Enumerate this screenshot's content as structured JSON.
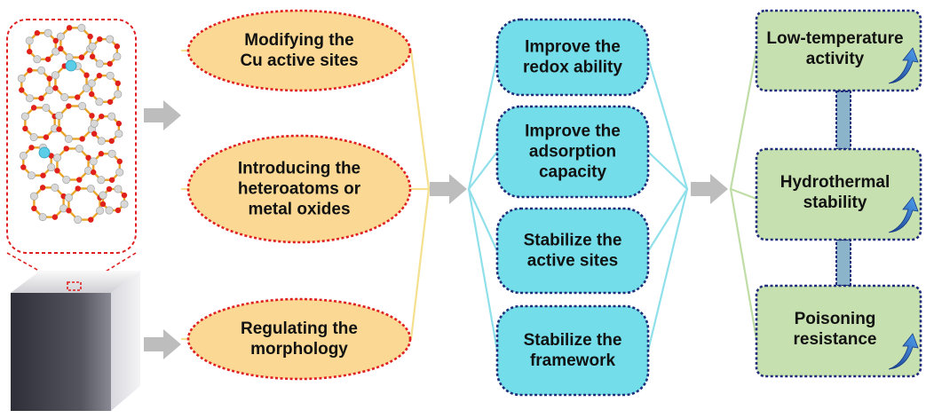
{
  "colors": {
    "ellipse_fill": "#FBD995",
    "ellipse_border": "#E02020",
    "box_fill": "#73DDE9",
    "box_border": "#1F2C7A",
    "result_fill": "#C7E0B0",
    "result_border": "#1F2C7A",
    "connector_yellow": "#F4E08E",
    "connector_cyan": "#8FE0EA",
    "connector_green": "#BFDDA5",
    "arrow_gray": "#BDBDBD",
    "up_arrow": "#2B67C7",
    "atom_red": "#E0201A",
    "atom_gray": "#D8D8D8",
    "atom_cyan": "#5CCDE6",
    "bond_orange": "#E8A52A",
    "cube_dark": "#3E3E48"
  },
  "strategies": [
    {
      "lines": [
        "Modifying the",
        "Cu active sites"
      ]
    },
    {
      "lines": [
        "Introducing the",
        "heteroatoms or",
        "metal oxides"
      ]
    },
    {
      "lines": [
        "Regulating the",
        "morphology"
      ]
    }
  ],
  "effects": [
    {
      "lines": [
        "Improve the",
        "redox ability"
      ]
    },
    {
      "lines": [
        "Improve the",
        "adsorption",
        "capacity"
      ]
    },
    {
      "lines": [
        "Stabilize the",
        "active sites"
      ]
    },
    {
      "lines": [
        "Stabilize the",
        "framework"
      ]
    }
  ],
  "results": [
    {
      "lines": [
        "Low-temperature",
        "activity"
      ],
      "icon": "trend-up-arrow-icon"
    },
    {
      "lines": [
        "Hydrothermal",
        "stability"
      ],
      "icon": "trend-up-arrow-icon"
    },
    {
      "lines": [
        "Poisoning",
        "resistance"
      ],
      "icon": "trend-up-arrow-icon"
    }
  ],
  "icons": {
    "zeolite": "zeolite-framework-icon",
    "crystal": "crystal-cube-icon",
    "flow_arrow": "right-arrow-icon",
    "chain": "link-chain-icon"
  }
}
